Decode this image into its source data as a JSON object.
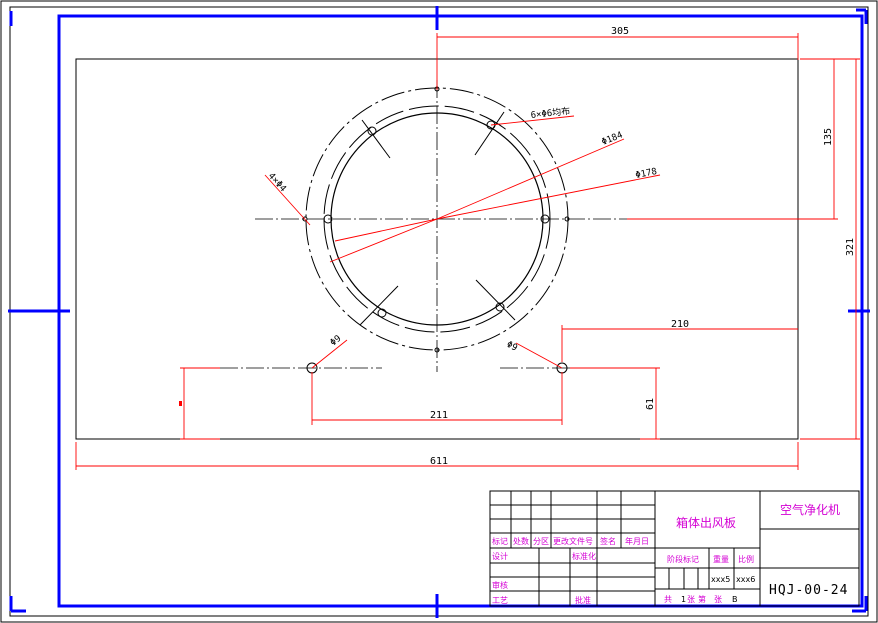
{
  "dimensions": {
    "top_305": "305",
    "right_135": "135",
    "right_321": "321",
    "bottom_611": "611",
    "mid_211": "211",
    "right_210": "210",
    "right_61": "61",
    "holes_6x": "6×Φ6均布",
    "dia_184": "Φ184",
    "dia_178": "Φ178",
    "left_4x": "4×Φ4",
    "hole_9_left": "Φ9",
    "hole_9_right": "Φ9"
  },
  "title_block": {
    "part_name": "箱体出风板",
    "product_name": "空气净化机",
    "drawing_no": "HQJ-00-24",
    "row_labels": {
      "mark": "标记",
      "count": "处数",
      "zone": "分区",
      "change_doc": "更改文件号",
      "sign": "签名",
      "date": "年月日",
      "design": "设计",
      "standardize": "标准化",
      "review": "审核",
      "process": "工艺",
      "approve": "批准"
    },
    "stage_mark": "阶段标记",
    "weight_label": "重量",
    "scale_label": "比例",
    "weight_value": "xxx5",
    "scale_value": "xxx6",
    "sheets_total_prefix": "共",
    "sheets_total": "1",
    "sheets_label": "张",
    "sheet_no_prefix": "第",
    "sheet_no_suffix": "张",
    "sheet_letter": "B"
  },
  "colors": {
    "frame": "#0000ff",
    "outline": "#000000",
    "dimension": "#ff0000",
    "label": "#d400d4"
  }
}
